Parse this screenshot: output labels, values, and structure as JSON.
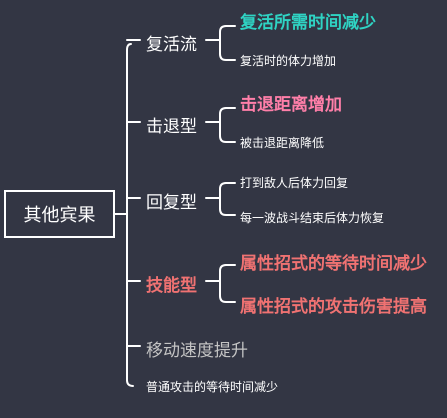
{
  "root": "其他宾果",
  "branches": {
    "revive": {
      "label": "复活流",
      "items": [
        "复活所需时间减少",
        "复活时的体力增加"
      ]
    },
    "knockback": {
      "label": "击退型",
      "items": [
        "击退距离增加",
        "被击退距离降低"
      ]
    },
    "recovery": {
      "label": "回复型",
      "items": [
        "打到敌人后体力回复",
        "每一波战斗结束后体力恢复"
      ]
    },
    "skill": {
      "label": "技能型",
      "items": [
        "属性招式的等待时间减少",
        "属性招式的攻击伤害提高"
      ]
    },
    "movement": {
      "label": "移动速度提升"
    },
    "normal_attack": {
      "label": "普通攻击的等待时间减少"
    }
  },
  "colors": {
    "background": "#333644",
    "lines": "#ffffff",
    "teal_highlight": "#2fd3c3",
    "pink_highlight": "#ff7fa9",
    "red_highlight": "#f07272",
    "gray_text": "#c4c4c4"
  }
}
